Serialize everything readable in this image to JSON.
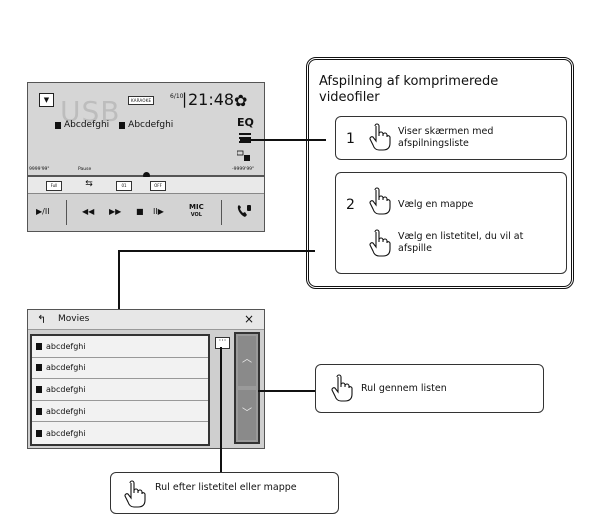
{
  "player": {
    "source_button": "▼",
    "source_label": "USB",
    "karaoke_badge": "KARAOKE",
    "date": "6/10",
    "clock": "21:48",
    "eq_label": "EQ",
    "folder_name": "Abcdefghi",
    "file_name": "Abcdefghi",
    "elapsed": "9999'99\"",
    "play_state": "Pause",
    "remaining": "-9999'99\"",
    "progress_fraction": 0.5,
    "options": [
      "Full",
      "",
      "01",
      "OFF"
    ],
    "controls": {
      "play_pause": "▶/II",
      "prev": "◀◀",
      "next": "▶▶",
      "stop": "■",
      "step": "II▶",
      "mic": "MIC",
      "vol": "VOL"
    }
  },
  "callout": {
    "title": "Afspilning af komprimerede videofiler",
    "step1_number": "1",
    "step1_text": "Viser skærmen med afspilningsliste",
    "step2_number": "2",
    "step2_a_text": "Vælg en mappe",
    "step2_b_text": "Vælg en listetitel, du vil at afspille"
  },
  "list": {
    "title": "Movies",
    "close": "×",
    "more": "···",
    "rows": [
      "abcdefghi",
      "abcdefghi",
      "abcdefghi",
      "abcdefghi",
      "abcdefghi"
    ]
  },
  "scroll_callout": {
    "text": "Rul gennem listen"
  },
  "bottom_callout": {
    "text": "Rul efter listetitel eller mappe"
  }
}
